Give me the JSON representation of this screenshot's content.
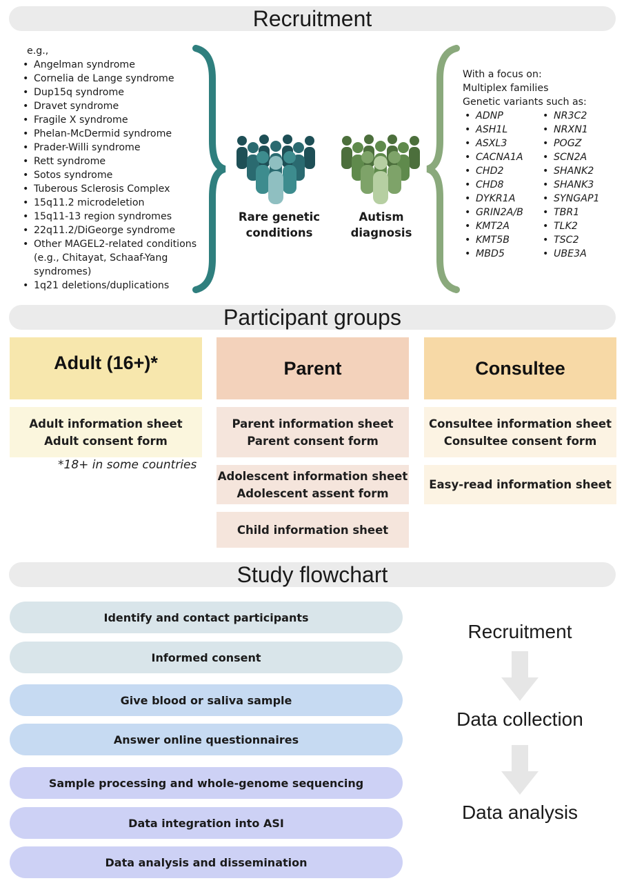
{
  "sections": {
    "recruitment": "Recruitment",
    "participant_groups": "Participant groups",
    "study_flowchart": "Study flowchart"
  },
  "recruitment": {
    "eg_label": "e.g.,",
    "conditions": [
      "Angelman syndrome",
      "Cornelia de Lange syndrome",
      "Dup15q  syndrome",
      "Dravet syndrome",
      "Fragile X syndrome",
      "Phelan-McDermid syndrome",
      "Prader-Willi syndrome",
      "Rett syndrome",
      "Sotos syndrome",
      "Tuberous Sclerosis Complex",
      "15q11.2 microdeletion",
      "15q11-13 region syndromes",
      "22q11.2/DiGeorge syndrome",
      "Other MAGEL2-related conditions (e.g., Chitayat, Schaaf-Yang syndromes)",
      "1q21 deletions/duplications"
    ],
    "group_rare": {
      "line1": "Rare genetic",
      "line2": "conditions",
      "color": "#2f7f7e"
    },
    "group_autism": {
      "line1": "Autism",
      "line2": "diagnosis",
      "color": "#6f9a5e"
    },
    "focus_intro": "With a focus on:",
    "focus_multiplex": "Multiplex families",
    "focus_variants": "Genetic variants such as:",
    "genes_col1": [
      "ADNP",
      "ASH1L",
      "ASXL3",
      "CACNA1A",
      "CHD2",
      "CHD8",
      "DYKR1A",
      "GRIN2A/B",
      "KMT2A",
      "KMT5B",
      "MBD5"
    ],
    "genes_col2": [
      "NR3C2",
      "NRXN1",
      "POGZ",
      "SCN2A",
      "SHANK2",
      "SHANK3",
      "SYNGAP1",
      "TBR1",
      "TLK2",
      "TSC2",
      "UBE3A"
    ]
  },
  "groups": {
    "adult": {
      "title": "Adult (16+)*",
      "docs1": [
        "Adult information sheet",
        "Adult consent form"
      ],
      "footnote": "*18+ in some countries",
      "head_color": "#f7e7ad",
      "doc_color": "#fbf6dd"
    },
    "parent": {
      "title": "Parent",
      "docs1": [
        "Parent information sheet",
        "Parent consent form"
      ],
      "docs2": [
        "Adolescent information sheet",
        "Adolescent assent form"
      ],
      "docs3": [
        "Child information sheet"
      ],
      "head_color": "#f3d2bb",
      "doc_color": "#f5e5dc"
    },
    "consultee": {
      "title": "Consultee",
      "docs1": [
        "Consultee information sheet",
        "Consultee consent form"
      ],
      "docs2": [
        "Easy-read information sheet"
      ],
      "head_color": "#f7d9a6",
      "doc_color": "#fcf3e3"
    }
  },
  "flowchart": {
    "steps": [
      {
        "label": "Identify and contact participants",
        "color": "#d9e5ea"
      },
      {
        "label": "Informed consent",
        "color": "#d9e5ea"
      },
      {
        "label": "Give blood or saliva sample",
        "color": "#c6daf2"
      },
      {
        "label": "Answer online questionnaires",
        "color": "#c6daf2"
      },
      {
        "label": "Sample processing and whole-genome sequencing",
        "color": "#cdd1f5"
      },
      {
        "label": "Data integration into ASI",
        "color": "#cdd1f5"
      },
      {
        "label": "Data analysis and dissemination",
        "color": "#cdd1f5"
      }
    ],
    "phases": [
      "Recruitment",
      "Data collection",
      "Data analysis"
    ],
    "arrow_color": "#e6e6e6"
  }
}
